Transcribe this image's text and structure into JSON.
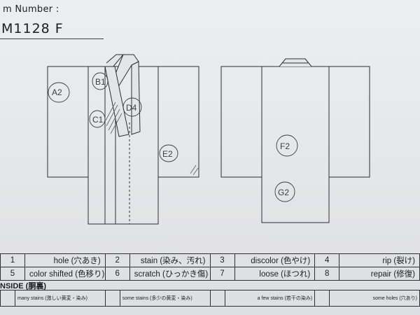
{
  "header": {
    "label": "m Number :",
    "value": "M1128  F"
  },
  "diagram": {
    "front_marks": [
      "A2",
      "B1",
      "C1",
      "D4",
      "E2"
    ],
    "back_marks": [
      "F2",
      "G2"
    ]
  },
  "legend": {
    "rows": [
      [
        {
          "num": "1",
          "text": "hole (穴あき)"
        },
        {
          "num": "2",
          "text": "stain (染み、汚れ)"
        },
        {
          "num": "3",
          "text": "discolor (色やけ)"
        },
        {
          "num": "4",
          "text": "rip (裂け)"
        }
      ],
      [
        {
          "num": "5",
          "text": "color shifted (色移り)"
        },
        {
          "num": "6",
          "text": "scratch (ひっかき傷)"
        },
        {
          "num": "7",
          "text": "loose (ほつれ)"
        },
        {
          "num": "8",
          "text": "repair (修復)"
        }
      ]
    ]
  },
  "inside": {
    "title": "NSIDE (胴裏)",
    "items": [
      "many stains (激しい黄変・染み)",
      "some stains (多少の黄変・染み)",
      "a few stains (若干の染み)",
      "some holes (穴あり)"
    ]
  },
  "colors": {
    "paper": "#e6e8ea",
    "ink": "#1b1e22",
    "pencil": "#3b3e44"
  }
}
